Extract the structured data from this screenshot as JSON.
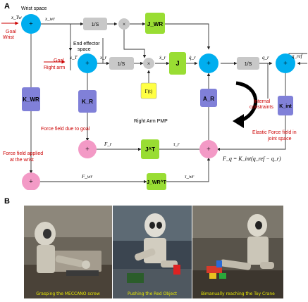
{
  "panel_a": {
    "letter": "A",
    "title": "Right Arm PMP",
    "spaces": {
      "wrist_space": "Wrist space",
      "end_effector_line1": "End effector",
      "end_effector_line2": "space"
    },
    "labels": {
      "goal_wrist_1": "Goal",
      "goal_wrist_2": "Wrist",
      "goal_right_arm_1": "Goal",
      "goal_right_arm_2": "Right arm",
      "internal_constraints_1": "Internal",
      "internal_constraints_2": "constraints",
      "elastic_1": "Elastic Force field in",
      "elastic_2": "joint space",
      "force_goal": "Force field due to goal",
      "force_wrist_1": "Force field applied",
      "force_wrist_2": "at the wrist"
    },
    "blocks": {
      "integrator": "1/S",
      "k_wr": "K_WR",
      "k_r": "K_R",
      "j_wr": "J_WR",
      "j": "J",
      "j_t": "J^T",
      "j_wr_t": "J_WR^T",
      "a_r": "A_R",
      "k_int": "K_int",
      "gamma": "Γ(t)"
    },
    "signals": {
      "x_tw": "x_Tw",
      "x_wr": "x_wr",
      "x_t": "x_T",
      "x_r": "x_r",
      "x_r_dot": "ẋ_r",
      "q_dot": "q̇_r",
      "q_r": "q_r",
      "q_ref": "q_ref",
      "f_r": "F_r",
      "f_wr": "F_wr",
      "tau_r": "τ_r",
      "tau_wr": "τ_wr"
    },
    "equation": "F_q = K_int(q_ref − q_r)",
    "nodes": {
      "plus": "+",
      "times": "×"
    },
    "colors": {
      "sum_blue": "#00aeef",
      "force_pink": "#f39ac6",
      "gray_block": "#c8c8c8",
      "green_block": "#99dd33",
      "purple_block": "#8080d8",
      "gamma_yellow": "#ffff44",
      "label_red": "#cc0000"
    }
  },
  "panel_b": {
    "letter": "B",
    "captions": [
      "Grasping the MECCANO screw",
      "Pushing the Red Object",
      "Bimanually reaching the Toy Crane"
    ]
  }
}
